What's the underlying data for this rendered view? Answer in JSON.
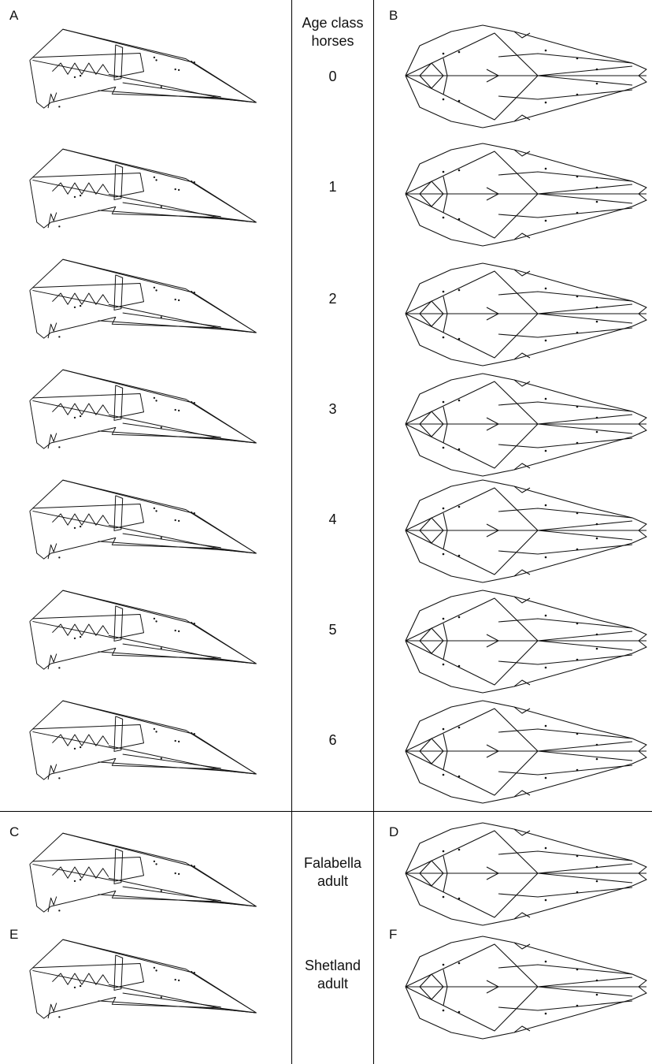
{
  "panel_letters": [
    "A",
    "B",
    "C",
    "D",
    "E",
    "F"
  ],
  "column_header": [
    "Age class",
    "horses"
  ],
  "age_classes": [
    "0",
    "1",
    "2",
    "3",
    "4",
    "5",
    "6"
  ],
  "adult_groups": [
    {
      "name": "Falabella",
      "label": "adult"
    },
    {
      "name": "Shetland",
      "label": "adult"
    }
  ]
}
